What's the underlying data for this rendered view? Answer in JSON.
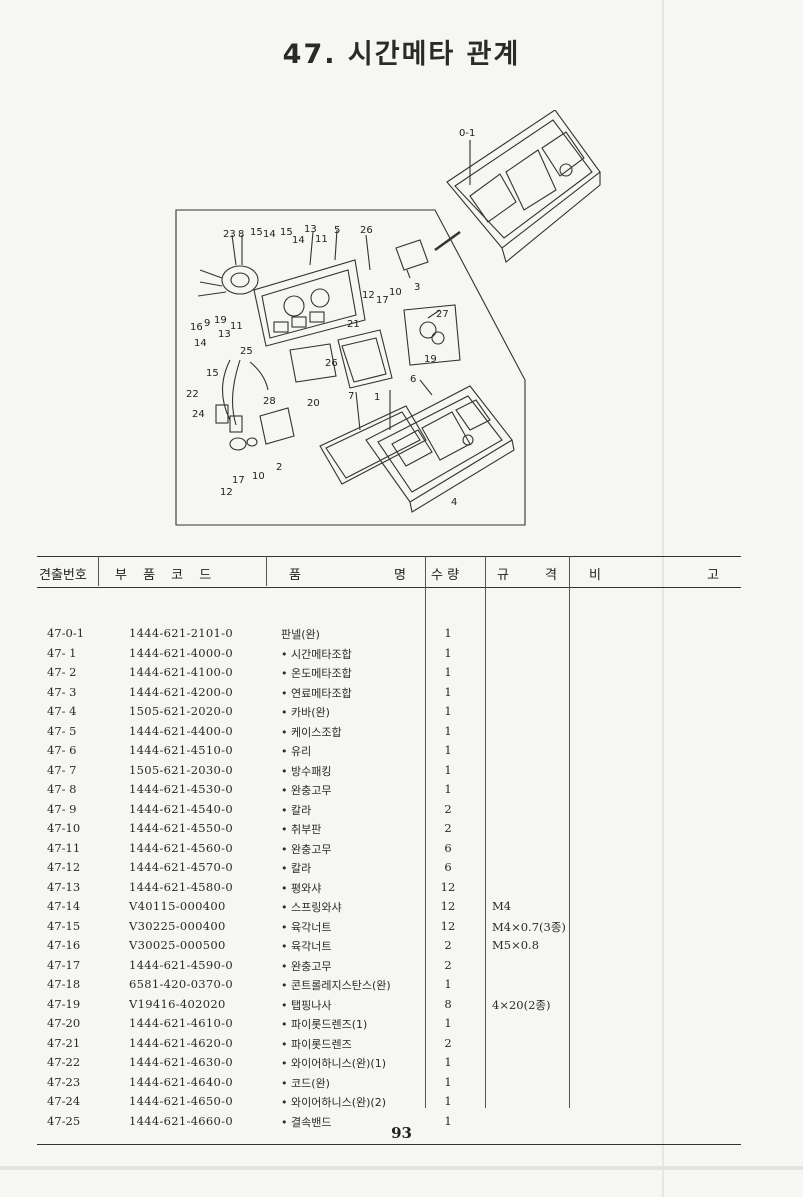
{
  "title": "47. 시간메타 관계",
  "page_number": "93",
  "diagram": {
    "callouts": [
      "0-1",
      "23",
      "8",
      "15",
      "14",
      "15",
      "14",
      "13",
      "11",
      "5",
      "26",
      "3",
      "12",
      "17",
      "10",
      "16",
      "9",
      "19",
      "13",
      "11",
      "14",
      "25",
      "21",
      "27",
      "19",
      "15",
      "26",
      "22",
      "28",
      "20",
      "7",
      "1",
      "6",
      "24",
      "2",
      "17",
      "10",
      "12",
      "4"
    ]
  },
  "table": {
    "headers": {
      "no": "견출번호",
      "code": "부 품 코 드",
      "name_left": "품",
      "name_right": "명",
      "qty": "수 량",
      "spec_left": "규",
      "spec_right": "격",
      "note_left": "비",
      "note_right": "고"
    },
    "rows": [
      {
        "no": "47-0-1",
        "code": "1444-621-2101-0",
        "name": "판넬(완)",
        "qty": "1",
        "spec": ""
      },
      {
        "no": "47- 1",
        "code": "1444-621-4000-0",
        "name": "• 시간메타조합",
        "qty": "1",
        "spec": ""
      },
      {
        "no": "47- 2",
        "code": "1444-621-4100-0",
        "name": "• 온도메타조합",
        "qty": "1",
        "spec": ""
      },
      {
        "no": "47- 3",
        "code": "1444-621-4200-0",
        "name": "• 연료메타조합",
        "qty": "1",
        "spec": ""
      },
      {
        "no": "47- 4",
        "code": "1505-621-2020-0",
        "name": "• 카바(완)",
        "qty": "1",
        "spec": ""
      },
      {
        "no": "47- 5",
        "code": "1444-621-4400-0",
        "name": "• 케이스조합",
        "qty": "1",
        "spec": ""
      },
      {
        "no": "47- 6",
        "code": "1444-621-4510-0",
        "name": "• 유리",
        "qty": "1",
        "spec": ""
      },
      {
        "no": "47- 7",
        "code": "1505-621-2030-0",
        "name": "• 방수패킹",
        "qty": "1",
        "spec": ""
      },
      {
        "no": "47- 8",
        "code": "1444-621-4530-0",
        "name": "• 완충고무",
        "qty": "1",
        "spec": ""
      },
      {
        "no": "47- 9",
        "code": "1444-621-4540-0",
        "name": "• 칼라",
        "qty": "2",
        "spec": ""
      },
      {
        "no": "47-10",
        "code": "1444-621-4550-0",
        "name": "• 취부판",
        "qty": "2",
        "spec": ""
      },
      {
        "no": "47-11",
        "code": "1444-621-4560-0",
        "name": "• 완충고무",
        "qty": "6",
        "spec": ""
      },
      {
        "no": "47-12",
        "code": "1444-621-4570-0",
        "name": "• 칼라",
        "qty": "6",
        "spec": ""
      },
      {
        "no": "47-13",
        "code": "1444-621-4580-0",
        "name": "• 평와샤",
        "qty": "12",
        "spec": ""
      },
      {
        "no": "47-14",
        "code": "V40115-000400",
        "name": "• 스프링와샤",
        "qty": "12",
        "spec": "M4"
      },
      {
        "no": "47-15",
        "code": "V30225-000400",
        "name": "• 육각너트",
        "qty": "12",
        "spec": "M4×0.7(3종)"
      },
      {
        "no": "47-16",
        "code": "V30025-000500",
        "name": "• 육각너트",
        "qty": "2",
        "spec": "M5×0.8"
      },
      {
        "no": "47-17",
        "code": "1444-621-4590-0",
        "name": "• 완충고무",
        "qty": "2",
        "spec": ""
      },
      {
        "no": "47-18",
        "code": "6581-420-0370-0",
        "name": "• 콘트롤레지스탄스(완)",
        "qty": "1",
        "spec": ""
      },
      {
        "no": "47-19",
        "code": "V19416-402020",
        "name": "• 탭핑나사",
        "qty": "8",
        "spec": "4×20(2종)"
      },
      {
        "no": "47-20",
        "code": "1444-621-4610-0",
        "name": "• 파이롯드렌즈(1)",
        "qty": "1",
        "spec": ""
      },
      {
        "no": "47-21",
        "code": "1444-621-4620-0",
        "name": "• 파이롯드렌즈",
        "qty": "2",
        "spec": ""
      },
      {
        "no": "47-22",
        "code": "1444-621-4630-0",
        "name": "• 와이어하니스(완)(1)",
        "qty": "1",
        "spec": ""
      },
      {
        "no": "47-23",
        "code": "1444-621-4640-0",
        "name": "• 코드(완)",
        "qty": "1",
        "spec": ""
      },
      {
        "no": "47-24",
        "code": "1444-621-4650-0",
        "name": "• 와이어하니스(완)(2)",
        "qty": "1",
        "spec": ""
      },
      {
        "no": "47-25",
        "code": "1444-621-4660-0",
        "name": "• 결속밴드",
        "qty": "1",
        "spec": ""
      }
    ]
  }
}
